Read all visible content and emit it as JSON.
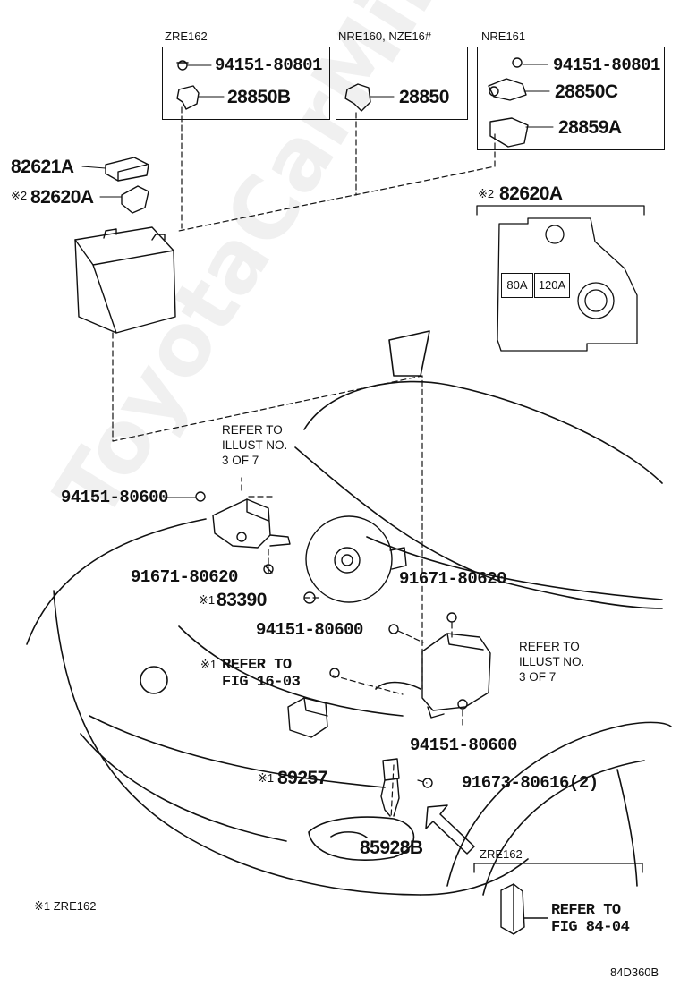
{
  "variants": {
    "box1": {
      "label": "ZRE162",
      "parts": [
        "94151-80801",
        "28850B"
      ]
    },
    "box2": {
      "label": "NRE160, NZE16#",
      "parts": [
        "28850"
      ]
    },
    "box3": {
      "label": "NRE161",
      "parts": [
        "94151-80801",
        "28850C",
        "28859A"
      ]
    }
  },
  "battery": {
    "parts": [
      "82621A",
      "82620A"
    ],
    "mark": "※2"
  },
  "fuse_block": {
    "mark": "※2",
    "part": "82620A",
    "fuses": [
      "80A",
      "120A"
    ]
  },
  "refer_notes": {
    "illust_upper": "REFER TO\nILLUST NO.\n3 OF 7",
    "illust_right": "REFER TO\nILLUST NO.\n3 OF 7",
    "fig_16_mark": "※1",
    "fig_16": "REFER TO\nFIG 16-03",
    "fig_84": "REFER TO\nFIG 84-04"
  },
  "engine_parts": {
    "p1": "94151-80600",
    "p2": "91671-80620",
    "p3_mark": "※1",
    "p3": "83390",
    "p4": "91671-80620",
    "p5": "94151-80600",
    "p6": "94151-80600",
    "p7_mark": "※1",
    "p7": "89257",
    "p8": "91673-80616(2)",
    "p9": "85928B"
  },
  "inset": {
    "label": "ZRE162"
  },
  "footnote": "※1 ZRE162",
  "diagram_code": "84D360B",
  "watermark": "ToyotaCarMine.ru",
  "colors": {
    "line": "#111111",
    "watermark": "#000000"
  }
}
